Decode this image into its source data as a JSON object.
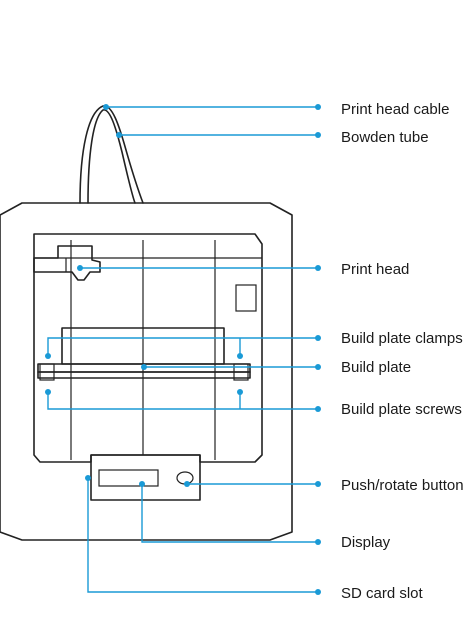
{
  "colors": {
    "accent": "#1a9ad6",
    "outline": "#222222",
    "text": "#1a1a1a",
    "background": "#ffffff"
  },
  "callouts": [
    {
      "id": "print-head-cable",
      "label": "Print head cable"
    },
    {
      "id": "bowden-tube",
      "label": "Bowden tube"
    },
    {
      "id": "print-head",
      "label": "Print head"
    },
    {
      "id": "build-plate-clamps",
      "label": "Build plate clamps"
    },
    {
      "id": "build-plate",
      "label": "Build plate"
    },
    {
      "id": "build-plate-screws",
      "label": "Build plate screws"
    },
    {
      "id": "push-rotate-button",
      "label": "Push/rotate button"
    },
    {
      "id": "display",
      "label": "Display"
    },
    {
      "id": "sd-card-slot",
      "label": "SD card slot"
    }
  ]
}
